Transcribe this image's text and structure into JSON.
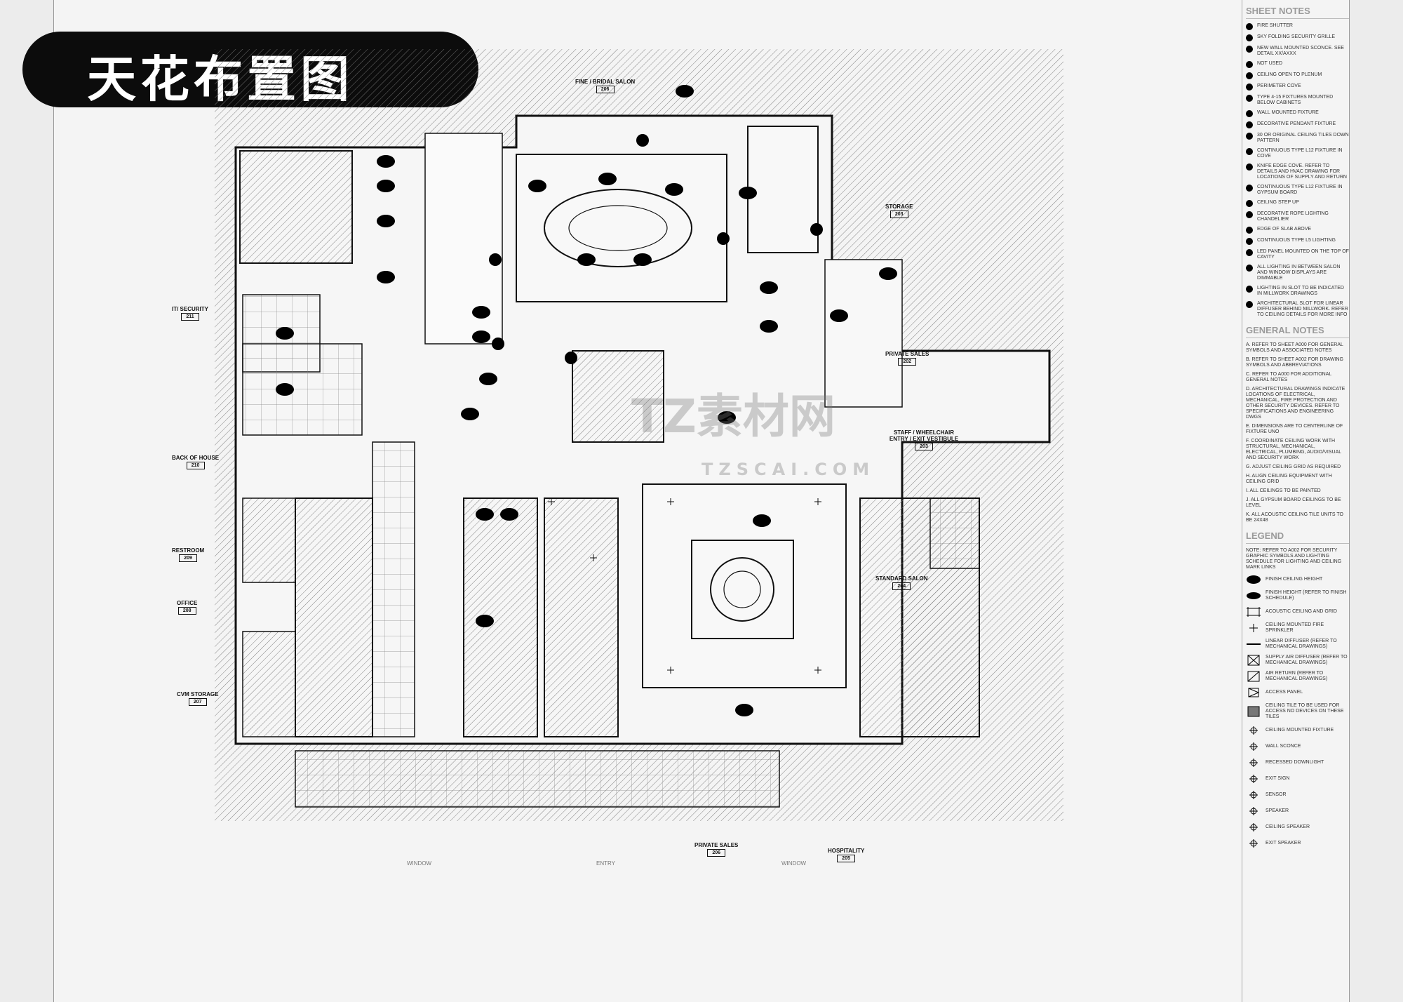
{
  "title": "天花布置图",
  "watermark": {
    "main": "TZ素材网",
    "sub": "TZSCAI.COM"
  },
  "rooms": [
    {
      "id": "fine",
      "label": "FINE / BRIDAL SALON",
      "num": "206"
    },
    {
      "id": "storage1",
      "label": "STORAGE",
      "num": "203"
    },
    {
      "id": "it",
      "label": "IT/ SECURITY",
      "num": "211"
    },
    {
      "id": "private1",
      "label": "PRIVATE SALES",
      "num": "202"
    },
    {
      "id": "boh",
      "label": "BACK OF HOUSE",
      "num": "210"
    },
    {
      "id": "staff",
      "label": "STAFF / WHEELCHAIR ENTRY / EXIT VESTIBULE",
      "num": "203"
    },
    {
      "id": "restroom",
      "label": "RESTROOM",
      "num": "209"
    },
    {
      "id": "office",
      "label": "OFFICE",
      "num": "208"
    },
    {
      "id": "standard",
      "label": "STANDARD SALON",
      "num": "204"
    },
    {
      "id": "cvm",
      "label": "CVM STORAGE",
      "num": "207"
    },
    {
      "id": "private2",
      "label": "PRIVATE SALES",
      "num": "206"
    },
    {
      "id": "hosp",
      "label": "HOSPITALITY",
      "num": "205"
    }
  ],
  "bottom_labels": [
    "WINDOW",
    "ENTRY",
    "WINDOW"
  ],
  "sheet_notes": {
    "header": "SHEET NOTES",
    "items": [
      "FIRE SHUTTER",
      "SKY FOLDING SECURITY GRILLE",
      "NEW WALL MOUNTED SCONCE. SEE DETAIL XX/AXXX",
      "NOT USED",
      "CEILING OPEN TO PLENUM",
      "PERIMETER COVE",
      "TYPE 4-15 FIXTURES MOUNTED BELOW CABINETS",
      "WALL MOUNTED FIXTURE",
      "DECORATIVE PENDANT FIXTURE",
      "30 OR ORIGINAL CEILING TILES DOWN PATTERN",
      "CONTINUOUS TYPE L12 FIXTURE IN COVE",
      "KNIFE EDGE COVE. REFER TO DETAILS AND HVAC DRAWING FOR LOCATIONS OF SUPPLY AND RETURN",
      "CONTINUOUS TYPE L12 FIXTURE IN GYPSUM BOARD",
      "CEILING STEP UP",
      "DECORATIVE ROPE LIGHTING CHANDELIER",
      "EDGE OF SLAB ABOVE",
      "CONTINUOUS TYPE L5 LIGHTING",
      "LED PANEL MOUNTED ON THE TOP OF CAVITY",
      "ALL LIGHTING IN BETWEEN SALON AND WINDOW DISPLAYS ARE DIMMABLE",
      "LIGHTING IN SLOT TO BE INDICATED IN MILLWORK DRAWINGS",
      "ARCHITECTURAL SLOT FOR LINEAR DIFFUSER BEHIND MILLWORK. REFER TO CEILING DETAILS FOR MORE INFO"
    ]
  },
  "general_notes": {
    "header": "GENERAL NOTES",
    "items": [
      "A. REFER TO SHEET A000 FOR GENERAL SYMBOLS AND ASSOCIATED NOTES",
      "B. REFER TO SHEET A002 FOR DRAWING SYMBOLS AND ABBREVIATIONS",
      "C. REFER TO A000 FOR ADDITIONAL GENERAL NOTES",
      "D. ARCHITECTURAL DRAWINGS INDICATE LOCATIONS OF ELECTRICAL, MECHANICAL, FIRE PROTECTION AND OTHER SECURITY DEVICES. REFER TO SPECIFICATIONS AND ENGINEERING DWGS",
      "E. DIMENSIONS ARE TO CENTERLINE OF FIXTURE UNO",
      "F. COORDINATE CEILING WORK WITH STRUCTURAL, MECHANICAL, ELECTRICAL, PLUMBING, AUDIO/VISUAL AND SECURITY WORK",
      "G. ADJUST CEILING GRID AS REQUIRED",
      "H. ALIGN CEILING EQUIPMENT WITH CEILING GRID",
      "I. ALL CEILINGS TO BE PAINTED",
      "J. ALL GYPSUM BOARD CEILINGS TO BE LEVEL",
      "K. ALL ACOUSTIC CEILING TILE UNITS TO BE 24X48"
    ]
  },
  "legend": {
    "header": "LEGEND",
    "note": "NOTE: REFER TO A002 FOR SECURITY GRAPHIC SYMBOLS AND LIGHTING SCHEDULE FOR LIGHTING AND CEILING MARK LINKS",
    "items": [
      "FINISH CEILING HEIGHT",
      "FINISH HEIGHT (REFER TO FINISH SCHEDULE)",
      "ACOUSTIC CEILING AND GRID",
      "CEILING MOUNTED FIRE SPRINKLER",
      "LINEAR DIFFUSER (REFER TO MECHANICAL DRAWINGS)",
      "SUPPLY AIR DIFFUSER (REFER TO MECHANICAL DRAWINGS)",
      "AIR RETURN (REFER TO MECHANICAL DRAWINGS)",
      "ACCESS PANEL",
      "CEILING TILE TO BE USED FOR ACCESS NO DEVICES ON THESE TILES",
      "CEILING MOUNTED FIXTURE",
      "WALL SCONCE",
      "RECESSED DOWNLIGHT",
      "EXIT SIGN",
      "SENSOR",
      "SPEAKER",
      "CEILING SPEAKER",
      "EXIT SPEAKER"
    ]
  }
}
